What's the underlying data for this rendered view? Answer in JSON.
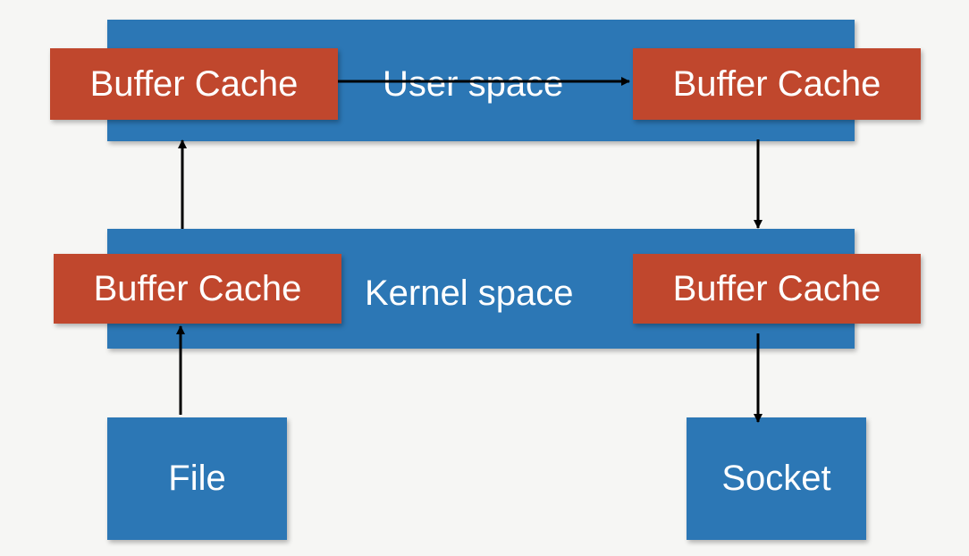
{
  "user_space": {
    "label": "User space",
    "buffer_left": "Buffer Cache",
    "buffer_right": "Buffer Cache"
  },
  "kernel_space": {
    "label": "Kernel space",
    "buffer_left": "Buffer Cache",
    "buffer_right": "Buffer Cache"
  },
  "endpoints": {
    "source": "File",
    "destination": "Socket"
  },
  "colors": {
    "space_band": "#2c77b5",
    "buffer_cache": "#c0472d",
    "endpoint_box": "#2c77b5",
    "arrow": "#000000",
    "background": "#f6f6f4"
  }
}
